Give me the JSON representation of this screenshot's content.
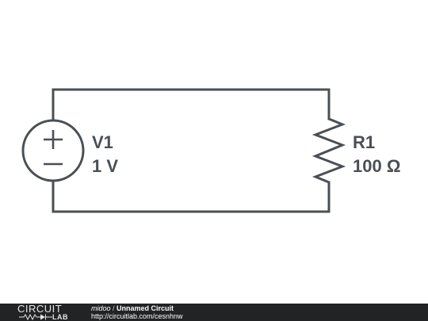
{
  "components": {
    "source": {
      "name": "V1",
      "value": "1 V",
      "plus_glyph": "+",
      "minus_glyph": "−"
    },
    "resistor": {
      "name": "R1",
      "value": "100 Ω"
    }
  },
  "footer": {
    "logo_top": "CIRCUIT",
    "logo_bottom": "LAB",
    "author": "midoo",
    "separator": " / ",
    "circuit_name": "Unnamed Circuit",
    "url": "http://circuitlab.com/cesnhnw"
  },
  "colors": {
    "line": "#4a4f55",
    "footer_bg": "#222325",
    "background": "#ffffff"
  }
}
